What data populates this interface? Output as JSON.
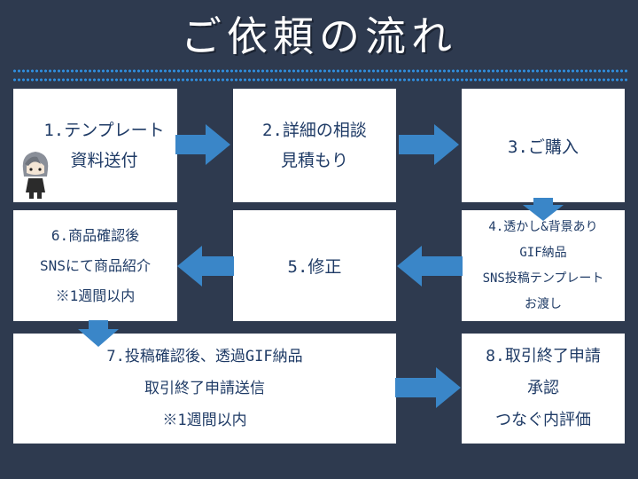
{
  "title": "ご依頼の流れ",
  "steps": [
    {
      "lines": [
        "1.テンプレート",
        "資料送付"
      ]
    },
    {
      "lines": [
        "2.詳細の相談",
        "見積もり"
      ]
    },
    {
      "lines": [
        "3.ご購入"
      ]
    },
    {
      "lines": [
        "4.透かし&背景あり",
        "GIF納品",
        "SNS投稿テンプレート",
        "お渡し"
      ]
    },
    {
      "lines": [
        "5.修正"
      ]
    },
    {
      "lines": [
        "6.商品確認後",
        "SNSにて商品紹介",
        "※1週間以内"
      ]
    },
    {
      "lines": [
        "7.投稿確認後、透過GIF納品",
        "取引終了申請送信",
        "※1週間以内"
      ]
    },
    {
      "lines": [
        "8.取引終了申請",
        "承認",
        "つなぐ内評価"
      ]
    }
  ],
  "colors": {
    "background": "#2e3a4f",
    "box": "#ffffff",
    "text": "#1f3b66",
    "arrow": "#3a86c8",
    "dots": "#2f8fe0"
  },
  "icons": {
    "avatar": "chibi-character-icon",
    "arrow": "block-arrow-icon"
  }
}
